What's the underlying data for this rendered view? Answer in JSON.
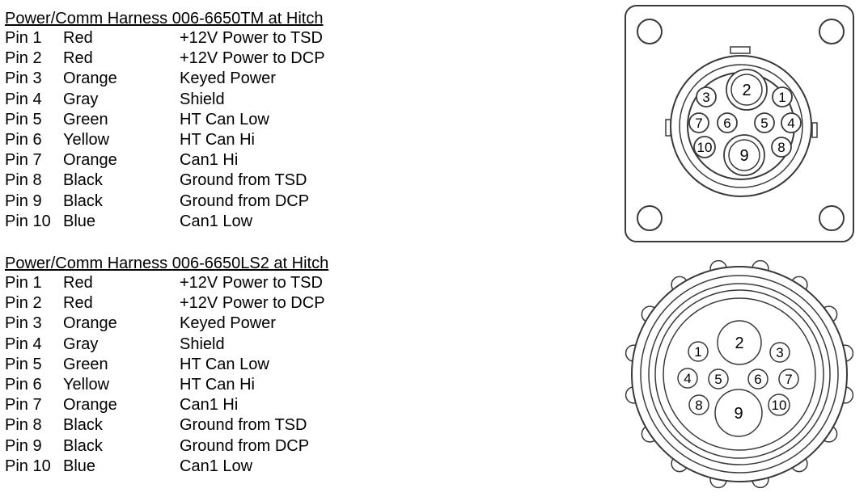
{
  "sections": [
    {
      "title": "Power/Comm Harness 006-6650TM at Hitch",
      "rows": [
        {
          "pin": "Pin 1",
          "color": "Red",
          "function": "+12V Power to TSD"
        },
        {
          "pin": "Pin 2",
          "color": "Red",
          "function": "+12V Power to DCP"
        },
        {
          "pin": "Pin 3",
          "color": "Orange",
          "function": "Keyed Power"
        },
        {
          "pin": "Pin 4",
          "color": "Gray",
          "function": "Shield"
        },
        {
          "pin": "Pin 5",
          "color": "Green",
          "function": "HT Can Low"
        },
        {
          "pin": "Pin 6",
          "color": "Yellow",
          "function": "HT Can Hi"
        },
        {
          "pin": "Pin 7",
          "color": "Orange",
          "function": "Can1 Hi"
        },
        {
          "pin": "Pin 8",
          "color": "Black",
          "function": "Ground from TSD"
        },
        {
          "pin": "Pin 9",
          "color": "Black",
          "function": "Ground from DCP"
        },
        {
          "pin": "Pin 10",
          "color": "Blue",
          "function": "Can1 Low"
        }
      ]
    },
    {
      "title": "Power/Comm Harness 006-6650LS2 at Hitch",
      "rows": [
        {
          "pin": "Pin 1",
          "color": "Red",
          "function": "+12V Power to TSD"
        },
        {
          "pin": "Pin 2",
          "color": "Red",
          "function": "+12V Power to DCP"
        },
        {
          "pin": "Pin 3",
          "color": "Orange",
          "function": "Keyed Power"
        },
        {
          "pin": "Pin 4",
          "color": "Gray",
          "function": "Shield"
        },
        {
          "pin": "Pin 5",
          "color": "Green",
          "function": "HT Can Low"
        },
        {
          "pin": "Pin 6",
          "color": "Yellow",
          "function": "HT Can Hi"
        },
        {
          "pin": "Pin 7",
          "color": "Orange",
          "function": "Can1 Hi"
        },
        {
          "pin": "Pin 8",
          "color": "Black",
          "function": "Ground from TSD"
        },
        {
          "pin": "Pin 9",
          "color": "Black",
          "function": "Ground from DCP"
        },
        {
          "pin": "Pin 10",
          "color": "Blue",
          "function": "Can1 Low"
        }
      ]
    }
  ],
  "connectors": {
    "square": {
      "pins": [
        "1",
        "2",
        "3",
        "4",
        "5",
        "6",
        "7",
        "8",
        "9",
        "10"
      ]
    },
    "round": {
      "pins": [
        "1",
        "2",
        "3",
        "4",
        "5",
        "6",
        "7",
        "8",
        "9",
        "10"
      ]
    }
  },
  "colors": {
    "stroke": "#3a3a3a",
    "text": "#000000",
    "background": "#ffffff"
  }
}
